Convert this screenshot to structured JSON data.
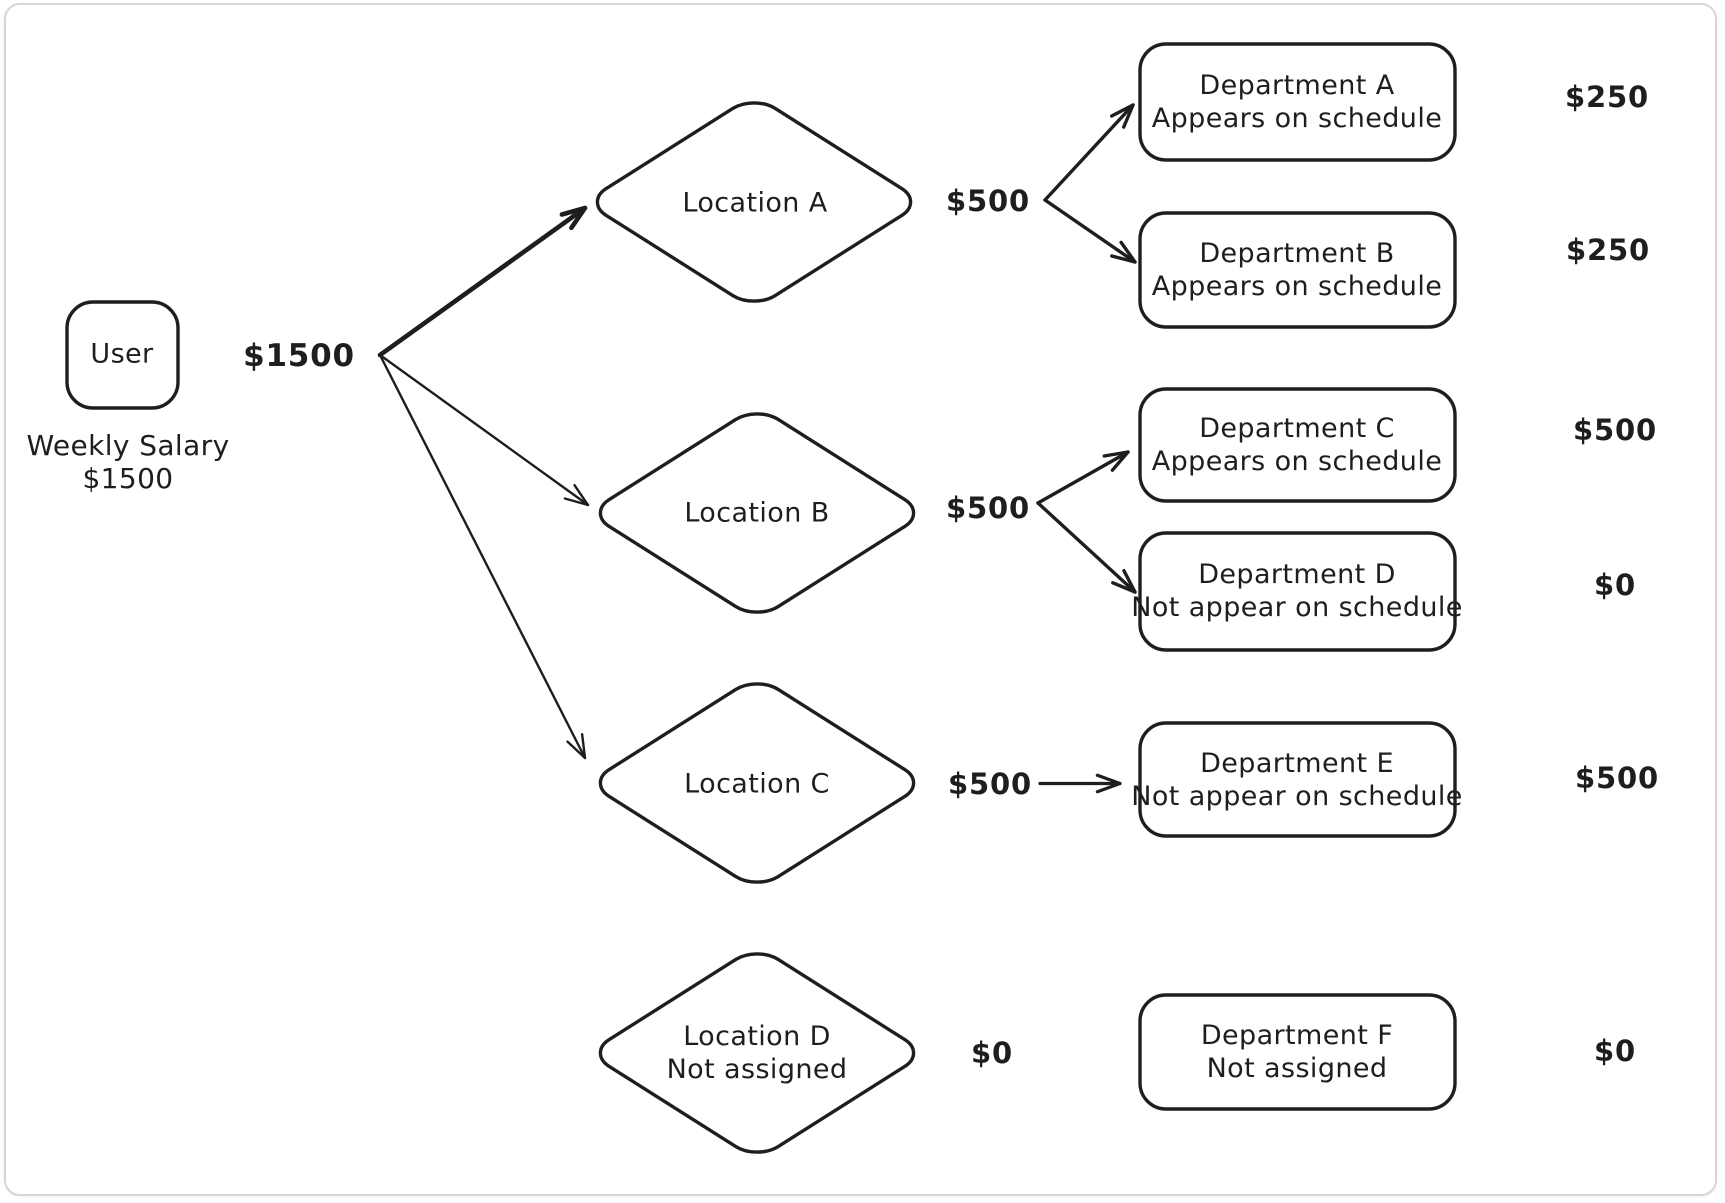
{
  "canvas": {
    "background": "#ffffff",
    "frame_border": "#d7d7d7",
    "stroke": "#1e1e1e"
  },
  "user": {
    "label": "User",
    "amount": "$1500",
    "caption_line1": "Weekly Salary",
    "caption_line2": "$1500"
  },
  "locations": [
    {
      "label": "Location A",
      "note": "",
      "amount": "$500"
    },
    {
      "label": "Location B",
      "note": "",
      "amount": "$500"
    },
    {
      "label": "Location C",
      "note": "",
      "amount": "$500"
    },
    {
      "label": "Location D",
      "note": "Not assigned",
      "amount": "$0"
    }
  ],
  "departments": [
    {
      "label": "Department A",
      "status": "Appears on schedule",
      "amount": "$250"
    },
    {
      "label": "Department B",
      "status": "Appears on schedule",
      "amount": "$250"
    },
    {
      "label": "Department C",
      "status": "Appears on schedule",
      "amount": "$500"
    },
    {
      "label": "Department D",
      "status": "Not appear on schedule",
      "amount": "$0"
    },
    {
      "label": "Department E",
      "status": "Not appear on schedule",
      "amount": "$500"
    },
    {
      "label": "Department F",
      "status": "Not assigned",
      "amount": "$0"
    }
  ]
}
